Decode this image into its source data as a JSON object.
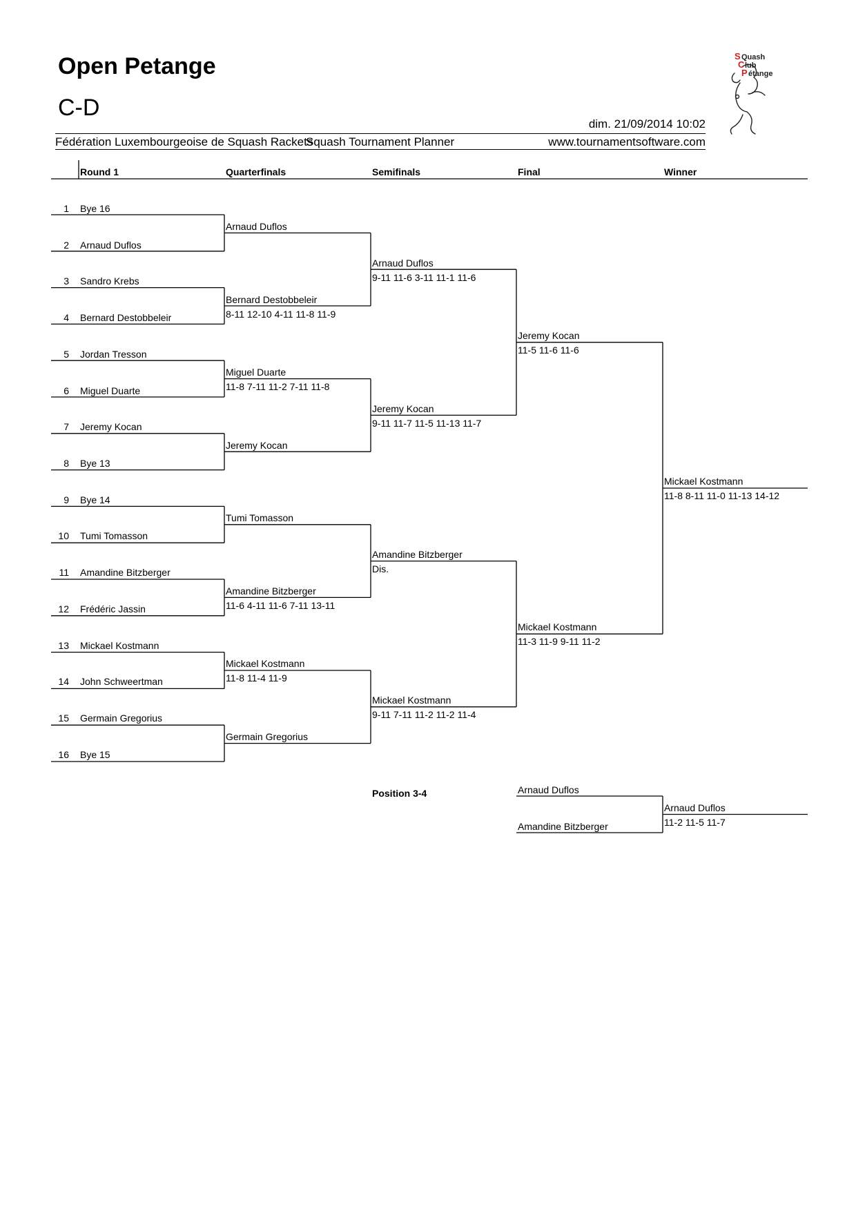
{
  "header": {
    "title": "Open Petange",
    "subtitle": "C-D",
    "datetime": "dim. 21/09/2014 10:02",
    "federation": "Fédération Luxembourgeoise de Squash Rackets",
    "planner": "Squash Tournament Planner",
    "url": "www.tournamentsoftware.com"
  },
  "logo": {
    "line1_initial": "S",
    "line1_rest": "Quash",
    "line2_initial": "C",
    "line2_rest": "lub",
    "line3_initial": "P",
    "line3_rest": "étange",
    "accent_color": "#d21f1f"
  },
  "rounds": [
    "Round 1",
    "Quarterfinals",
    "Semifinals",
    "Final",
    "Winner"
  ],
  "round1": [
    {
      "seed": "1",
      "name": "Bye 16"
    },
    {
      "seed": "2",
      "name": "Arnaud Duflos"
    },
    {
      "seed": "3",
      "name": "Sandro Krebs"
    },
    {
      "seed": "4",
      "name": "Bernard Destobbeleir"
    },
    {
      "seed": "5",
      "name": "Jordan Tresson"
    },
    {
      "seed": "6",
      "name": "Miguel Duarte"
    },
    {
      "seed": "7",
      "name": "Jeremy Kocan"
    },
    {
      "seed": "8",
      "name": "Bye 13"
    },
    {
      "seed": "9",
      "name": "Bye 14"
    },
    {
      "seed": "10",
      "name": "Tumi Tomasson"
    },
    {
      "seed": "11",
      "name": "Amandine Bitzberger"
    },
    {
      "seed": "12",
      "name": "Frédéric Jassin"
    },
    {
      "seed": "13",
      "name": "Mickael Kostmann"
    },
    {
      "seed": "14",
      "name": "John Schweertman"
    },
    {
      "seed": "15",
      "name": "Germain Gregorius"
    },
    {
      "seed": "16",
      "name": "Bye 15"
    }
  ],
  "quarterfinals": [
    {
      "name": "Arnaud Duflos",
      "score": ""
    },
    {
      "name": "Bernard Destobbeleir",
      "score": "8-11 12-10 4-11 11-8 11-9"
    },
    {
      "name": "Miguel Duarte",
      "score": "11-8 7-11 11-2 7-11 11-8"
    },
    {
      "name": "Jeremy Kocan",
      "score": ""
    },
    {
      "name": "Tumi Tomasson",
      "score": ""
    },
    {
      "name": "Amandine Bitzberger",
      "score": "11-6 4-11 11-6 7-11 13-11"
    },
    {
      "name": "Mickael Kostmann",
      "score": "11-8 11-4 11-9"
    },
    {
      "name": "Germain Gregorius",
      "score": ""
    }
  ],
  "semifinals": [
    {
      "name": "Arnaud Duflos",
      "score": "9-11 11-6 3-11 11-1 11-6"
    },
    {
      "name": "Jeremy Kocan",
      "score": "9-11 11-7 11-5 11-13 11-7"
    },
    {
      "name": "Amandine Bitzberger",
      "score": "Dis."
    },
    {
      "name": "Mickael Kostmann",
      "score": "9-11 7-11 11-2 11-2 11-4"
    }
  ],
  "final": [
    {
      "name": "Jeremy Kocan",
      "score": "11-5 11-6 11-6"
    },
    {
      "name": "Mickael Kostmann",
      "score": "11-3 11-9 9-11 11-2"
    }
  ],
  "winner": {
    "name": "Mickael Kostmann",
    "score": "11-8 8-11 11-0 11-13 14-12"
  },
  "position34": {
    "label": "Position 3-4",
    "players": [
      "Arnaud Duflos",
      "Amandine Bitzberger"
    ],
    "winner": {
      "name": "Arnaud Duflos",
      "score": "11-2 11-5 11-7"
    }
  }
}
